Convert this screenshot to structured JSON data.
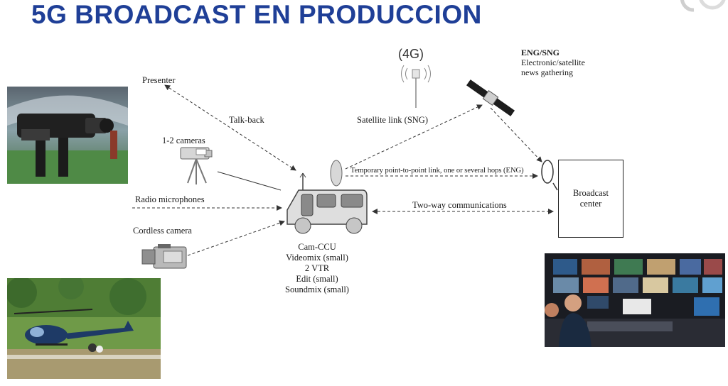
{
  "title": "5G BROADCAST EN PRODUCCION",
  "labels": {
    "presenter": "Presenter",
    "talkback": "Talk-back",
    "cameras": "1-2 cameras",
    "radio_mics": "Radio microphones",
    "cordless_camera": "Cordless camera",
    "satellite_link": "Satellite link (SNG)",
    "temporary_link": "Temporary point-to-point link, one or several hops (ENG)",
    "two_way": "Two-way communications",
    "four_g": "(4G)",
    "broadcast_center": "Broadcast center"
  },
  "eng_sng": {
    "heading": "ENG/SNG",
    "line1": "Electronic/satellite",
    "line2": "news gathering"
  },
  "van_capabilities": [
    "Cam-CCU",
    "Videomix (small)",
    "2 VTR",
    "Edit (small)",
    "Soundmix (small)"
  ],
  "colors": {
    "title": "#1f3f97",
    "line": "#333333",
    "van_body": "#dcdcdc",
    "van_window": "#8a8a8a"
  }
}
